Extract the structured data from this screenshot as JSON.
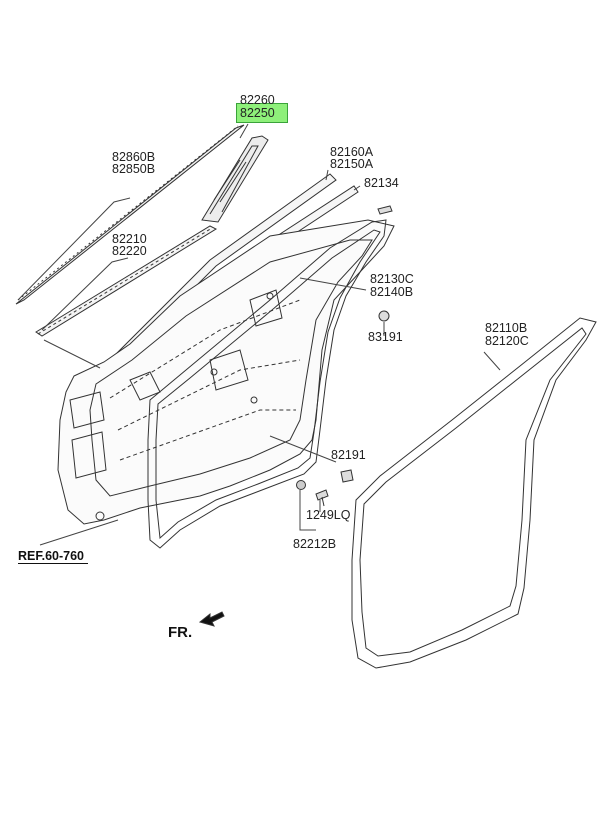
{
  "diagram": {
    "labels": {
      "p82260": "82260",
      "p82250": "82250",
      "p82860B": "82860B",
      "p82850B": "82850B",
      "p82160A": "82160A",
      "p82150A": "82150A",
      "p82134": "82134",
      "p82210": "82210",
      "p82220": "82220",
      "p82130C": "82130C",
      "p82140B": "82140B",
      "p83191": "83191",
      "p82110B": "82110B",
      "p82120C": "82120C",
      "p82191": "82191",
      "p1249LQ": "1249LQ",
      "p82212B": "82212B"
    },
    "reference": "REF.60-760",
    "direction_mark": "FR.",
    "highlight_color": "#8ef07a"
  }
}
